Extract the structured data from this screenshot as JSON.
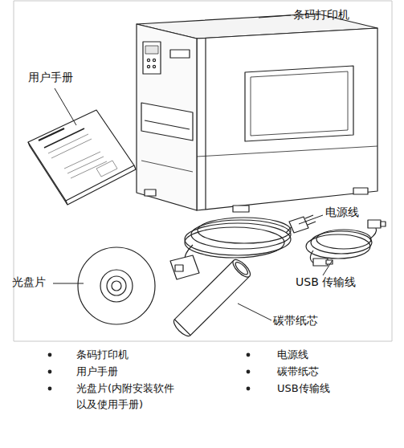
{
  "diagram": {
    "labels": [
      "条码打印机",
      "用户手册",
      "电源线",
      "USB 传输线",
      "光盘片",
      "碳带纸芯",
      "条码打印机",
      "电源线",
      "用户手册",
      "碳带纸芯",
      "光盘片(内附安装软件 以及使用手册)",
      "USB传输线"
    ]
  }
}
